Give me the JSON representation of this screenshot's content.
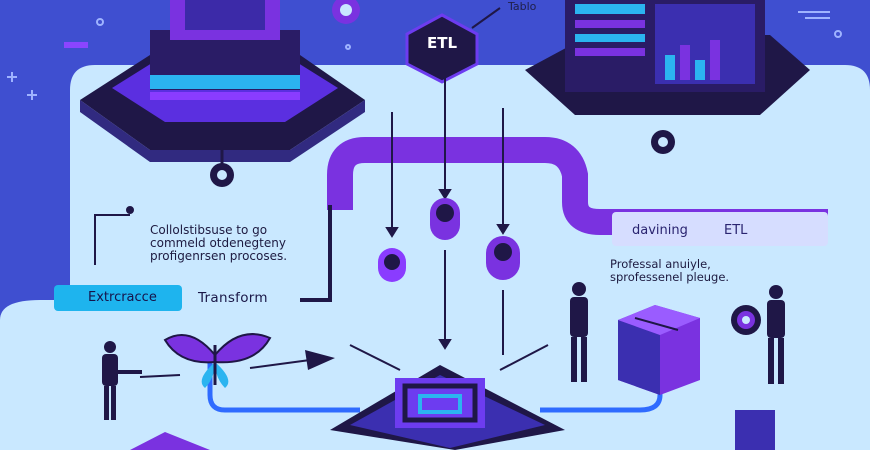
{
  "diagram": {
    "center_hex_label": "ETL",
    "top_right_note": "Tablo",
    "left_description": [
      "Collolstibsuse to go",
      "commeld otdenegteny",
      "profigenrsen procoses."
    ],
    "right_description": [
      "Professal anuiyle,",
      "sprofessenel pleuge."
    ],
    "extract_label": "Extrcracce",
    "transform_label": "Transform",
    "right_pill_text": "davining",
    "right_pill_etl": "ETL"
  },
  "colors": {
    "background": "#3f4fd0",
    "panel": "#c9e8ff",
    "purple": "#7a32e0",
    "dark_navy": "#1f1747",
    "cyan": "#1eb4ee"
  }
}
